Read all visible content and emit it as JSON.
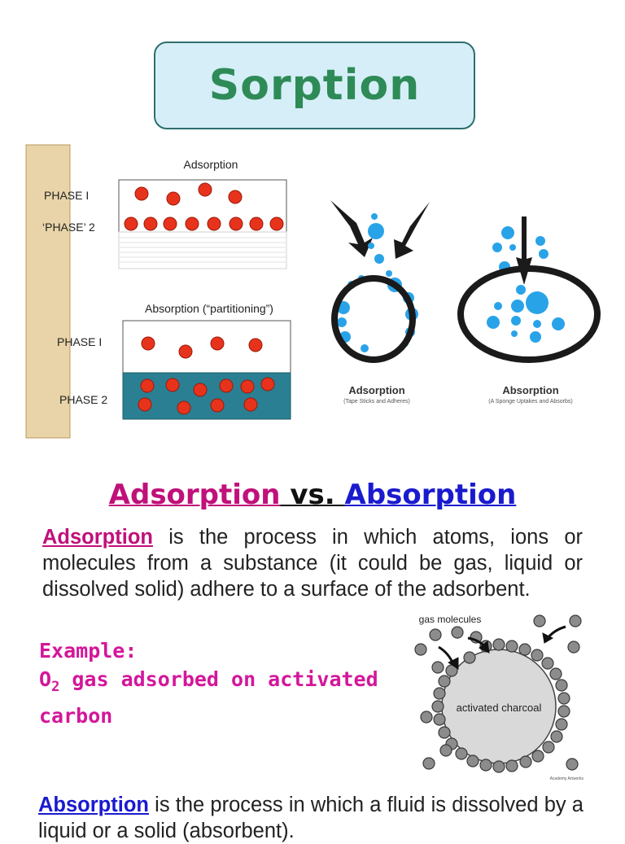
{
  "title": "Sorption",
  "diagram_left": {
    "top_title": "Adsorption",
    "top_phase1": "PHASE I",
    "top_phase2": "‘PHASE’ 2",
    "bottom_title": "Absorption (“partitioning”)",
    "bottom_phase1": "PHASE I",
    "bottom_phase2": "PHASE 2"
  },
  "diagram_right": {
    "adsorption_label": "Adsorption",
    "adsorption_caption": "(Tape Sticks and Adheres)",
    "absorption_label": "Absorption",
    "absorption_caption": "(A Sponge Uptakes and Absorbs)"
  },
  "heading": {
    "left": "Adsorption",
    "middle": " vs. ",
    "right": "Absorption"
  },
  "para1": {
    "keyword": "Adsorption",
    "text": " is the process in which atoms, ions or molecules from a substance (it could be gas, liquid or dissolved solid) adhere to a surface of the adsorbent."
  },
  "example": {
    "label": "Example:",
    "line_prefix": "O",
    "subscript": "2",
    "line_rest": " gas adsorbed on activated carbon"
  },
  "charcoal_diagram": {
    "gas_label": "gas molecules",
    "center_label": "activated charcoal",
    "credit": "Academy Artworks"
  },
  "para2": {
    "keyword": "Absorption",
    "text": " is the process in which a fluid is dissolved by a liquid or a solid (absorbent)."
  },
  "colors": {
    "title_green": "#2e8b57",
    "adsorption_magenta": "#c0107a",
    "absorption_blue": "#1a1acf",
    "example_pink": "#d4169a",
    "particle_red": "#e8331c",
    "phase2_teal": "#2a7f93",
    "bubble_blue": "#29a3e8"
  }
}
